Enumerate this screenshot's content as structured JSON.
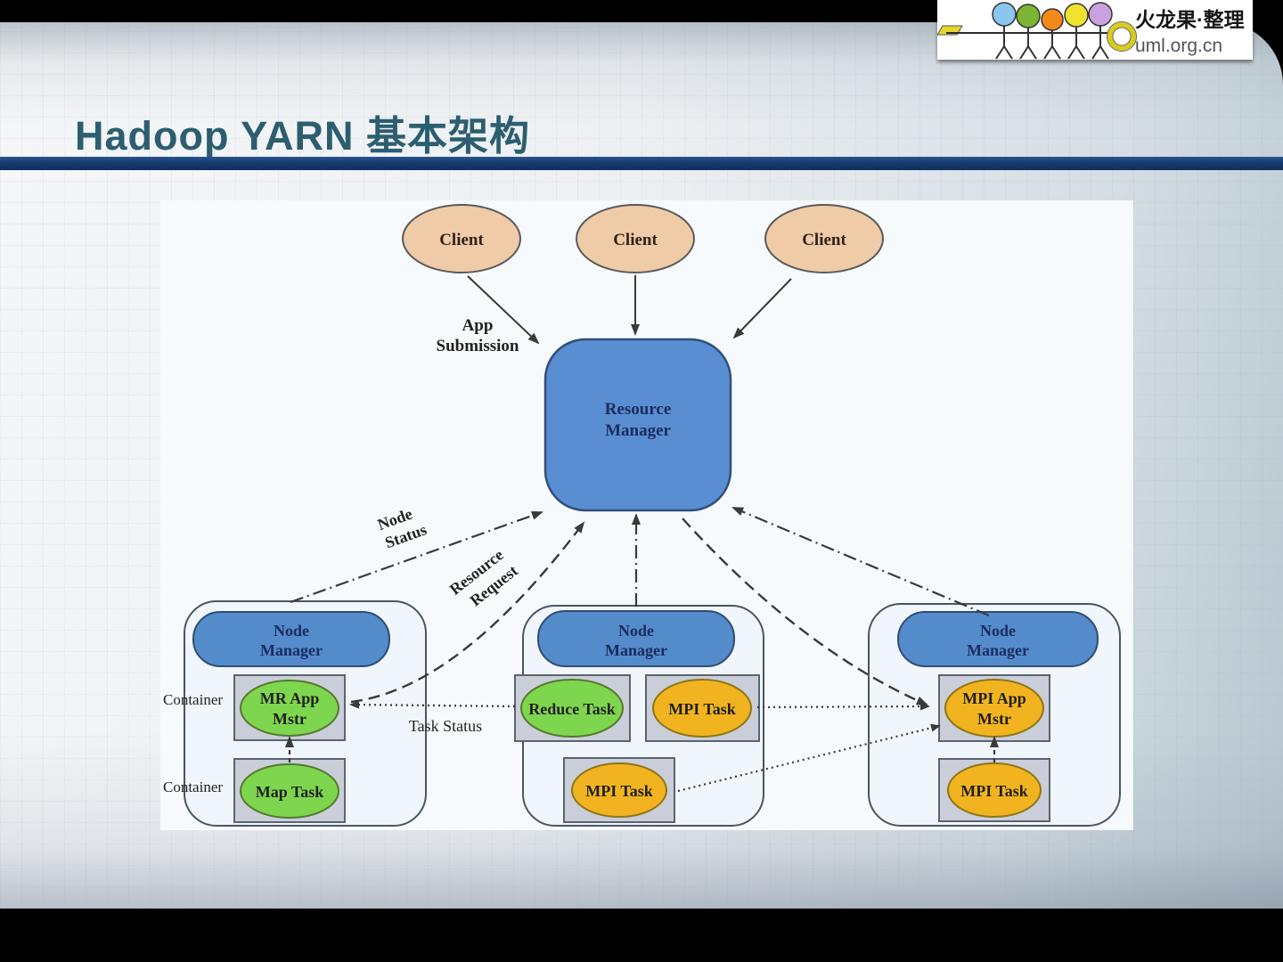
{
  "slide": {
    "title": "Hadoop YARN 基本架构"
  },
  "logo": {
    "title": "火龙果·整理",
    "site": "uml.org.cn"
  },
  "colors": {
    "title_text": "#2c5e70",
    "title_rule": "#143a6e",
    "diagram_bg": "#f7fafd",
    "client_fill": "#f0cba8",
    "resource_manager_fill": "#5a8ed2",
    "node_manager_fill": "#548bcb",
    "node_group_fill": "#f0f6fb",
    "container_box_fill": "#c9ced8",
    "mapreduce_green": "#7ed64e",
    "mpi_orange": "#f1b420",
    "connector": "#3a3a3a"
  },
  "diagram": {
    "client1": "Client",
    "client2": "Client",
    "client3": "Client",
    "resource_manager": {
      "line1": "Resource",
      "line2": "Manager"
    },
    "node_manager": {
      "line1": "Node",
      "line2": "Manager"
    },
    "labels": {
      "app_submission1": "App",
      "app_submission2": "Submission",
      "node_status1": "Node",
      "node_status2": "Status",
      "resource_request1": "Resource",
      "resource_request2": "Request",
      "task_status": "Task Status",
      "container": "Container"
    },
    "nodes": {
      "mr_app_mstr1": "MR App",
      "mr_app_mstr2": "Mstr",
      "map_task": "Map Task",
      "reduce_task": "Reduce Task",
      "mpi_task": "MPI Task",
      "mpi_app_mstr1": "MPI App",
      "mpi_app_mstr2": "Mstr"
    }
  }
}
